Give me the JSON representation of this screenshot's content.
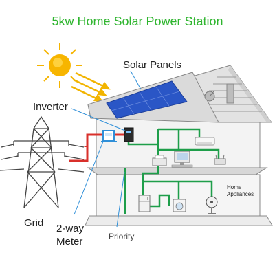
{
  "title": "5kw Home Solar Power Station",
  "labels": {
    "solar_panels": "Solar Panels",
    "inverter": "Inverter",
    "grid": "Grid",
    "meter_line1": "2-way",
    "meter_line2": "Meter",
    "priority": "Priority",
    "appliances_line1": "Home",
    "appliances_line2": "Appliances"
  },
  "colors": {
    "title": "#2fb52f",
    "grid_wire": "#d9302b",
    "house_wire": "#1e9e4a",
    "panel": "#2a56c6",
    "sun": "#f5b400"
  },
  "icons": [
    "sun-icon",
    "transmission-tower-icon",
    "inverter-icon",
    "meter-icon",
    "satellite-dish-icon",
    "air-conditioner-icon",
    "printer-icon",
    "computer-icon",
    "router-icon",
    "refrigerator-icon",
    "washing-machine-icon",
    "fan-icon"
  ]
}
